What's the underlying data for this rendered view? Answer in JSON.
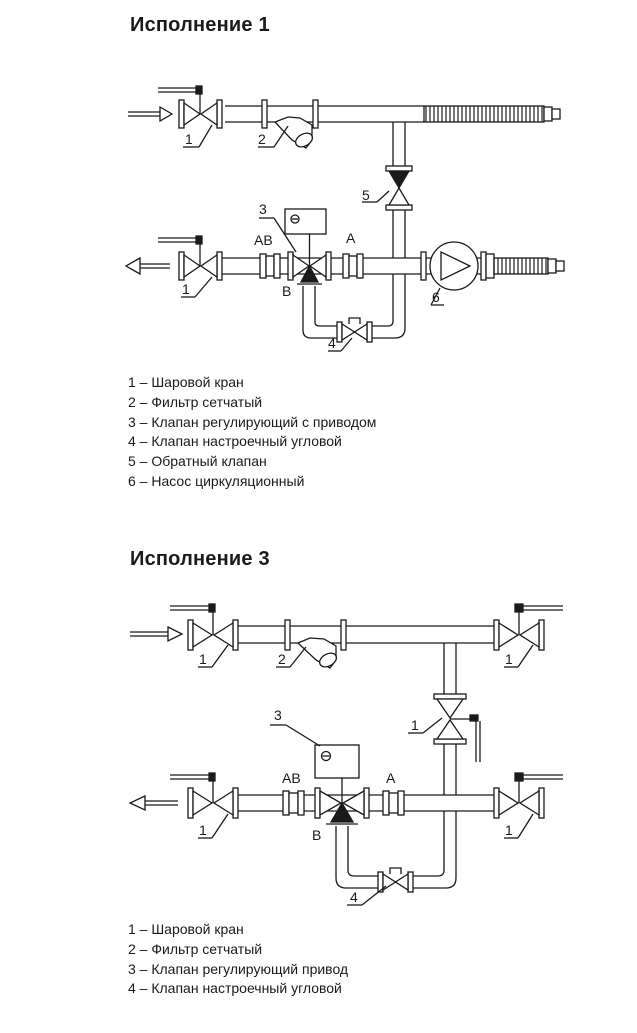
{
  "diagram1": {
    "title": "Исполнение 1",
    "callouts": {
      "n1a": "1",
      "n1b": "1",
      "n2": "2",
      "n3": "3",
      "n4": "4",
      "n5": "5",
      "n6": "6"
    },
    "ports": {
      "ab": "АВ",
      "a": "А",
      "b": "В"
    },
    "legend": [
      "1 – Шаровой кран",
      "2 – Фильтр сетчатый",
      "3 – Клапан регулирующий с приводом",
      "4 – Клапан настроечный угловой",
      "5 – Обратный клапан",
      "6 – Насос циркуляционный"
    ]
  },
  "diagram2": {
    "title": "Исполнение 3",
    "callouts": {
      "n1a": "1",
      "n1b": "1",
      "n1c": "1",
      "n1d": "1",
      "n1e": "1",
      "n2": "2",
      "n3": "3",
      "n4": "4"
    },
    "ports": {
      "ab": "АВ",
      "a": "А",
      "b": "В"
    },
    "legend": [
      "1 – Шаровой кран",
      "2 – Фильтр сетчатый",
      "3 – Клапан регулирующий привод",
      "4 – Клапан настроечный угловой"
    ]
  }
}
